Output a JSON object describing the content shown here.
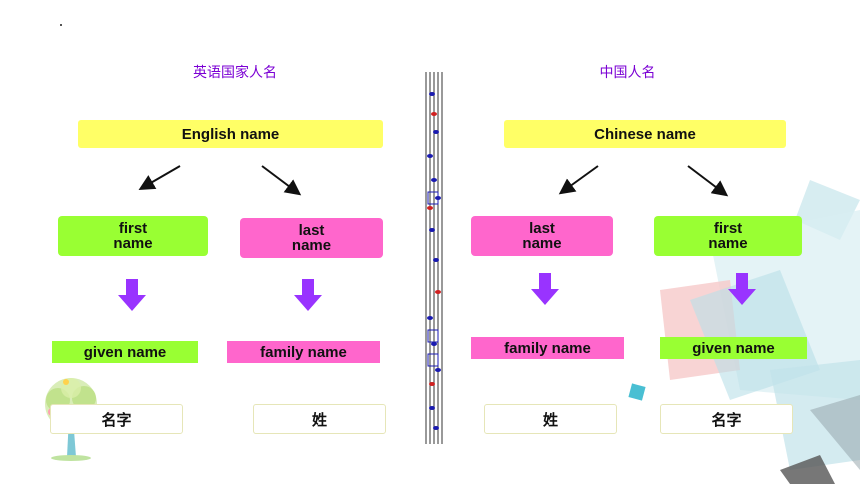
{
  "left": {
    "title": "英语国家人名",
    "top_box": "English name",
    "box1": "first\nname",
    "box2": "last\nname",
    "result1": "given name",
    "result2": "family name",
    "char1": "名字",
    "char2": "姓"
  },
  "right": {
    "title": "中国人名",
    "top_box": "Chinese name",
    "box1": "last\nname",
    "box2": "first\nname",
    "result1": "family name",
    "result2": "given name",
    "char1": "姓",
    "char2": "名字"
  },
  "colors": {
    "title": "#7b00d4",
    "yellow": "#ffff66",
    "green": "#99ff33",
    "pink": "#ff66cc",
    "arrow": "#9933ff"
  }
}
